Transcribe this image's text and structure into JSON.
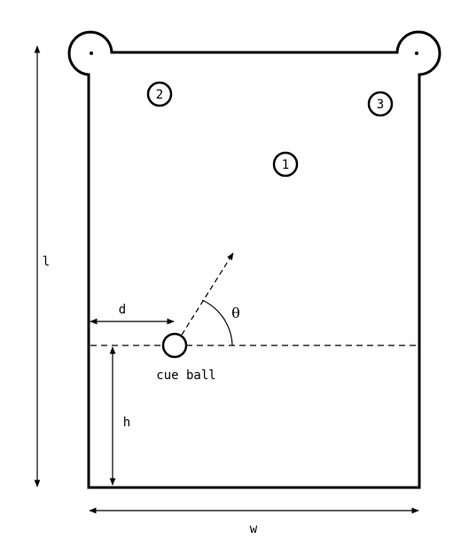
{
  "balls": {
    "ball_1": "1",
    "ball_2": "2",
    "ball_3": "3",
    "cue_ball": "cue ball"
  },
  "labels": {
    "length": "l",
    "width": "w",
    "offset": "d",
    "height": "h",
    "angle": "θ"
  },
  "colors": {
    "stroke": "#000000",
    "background": "#ffffff"
  }
}
